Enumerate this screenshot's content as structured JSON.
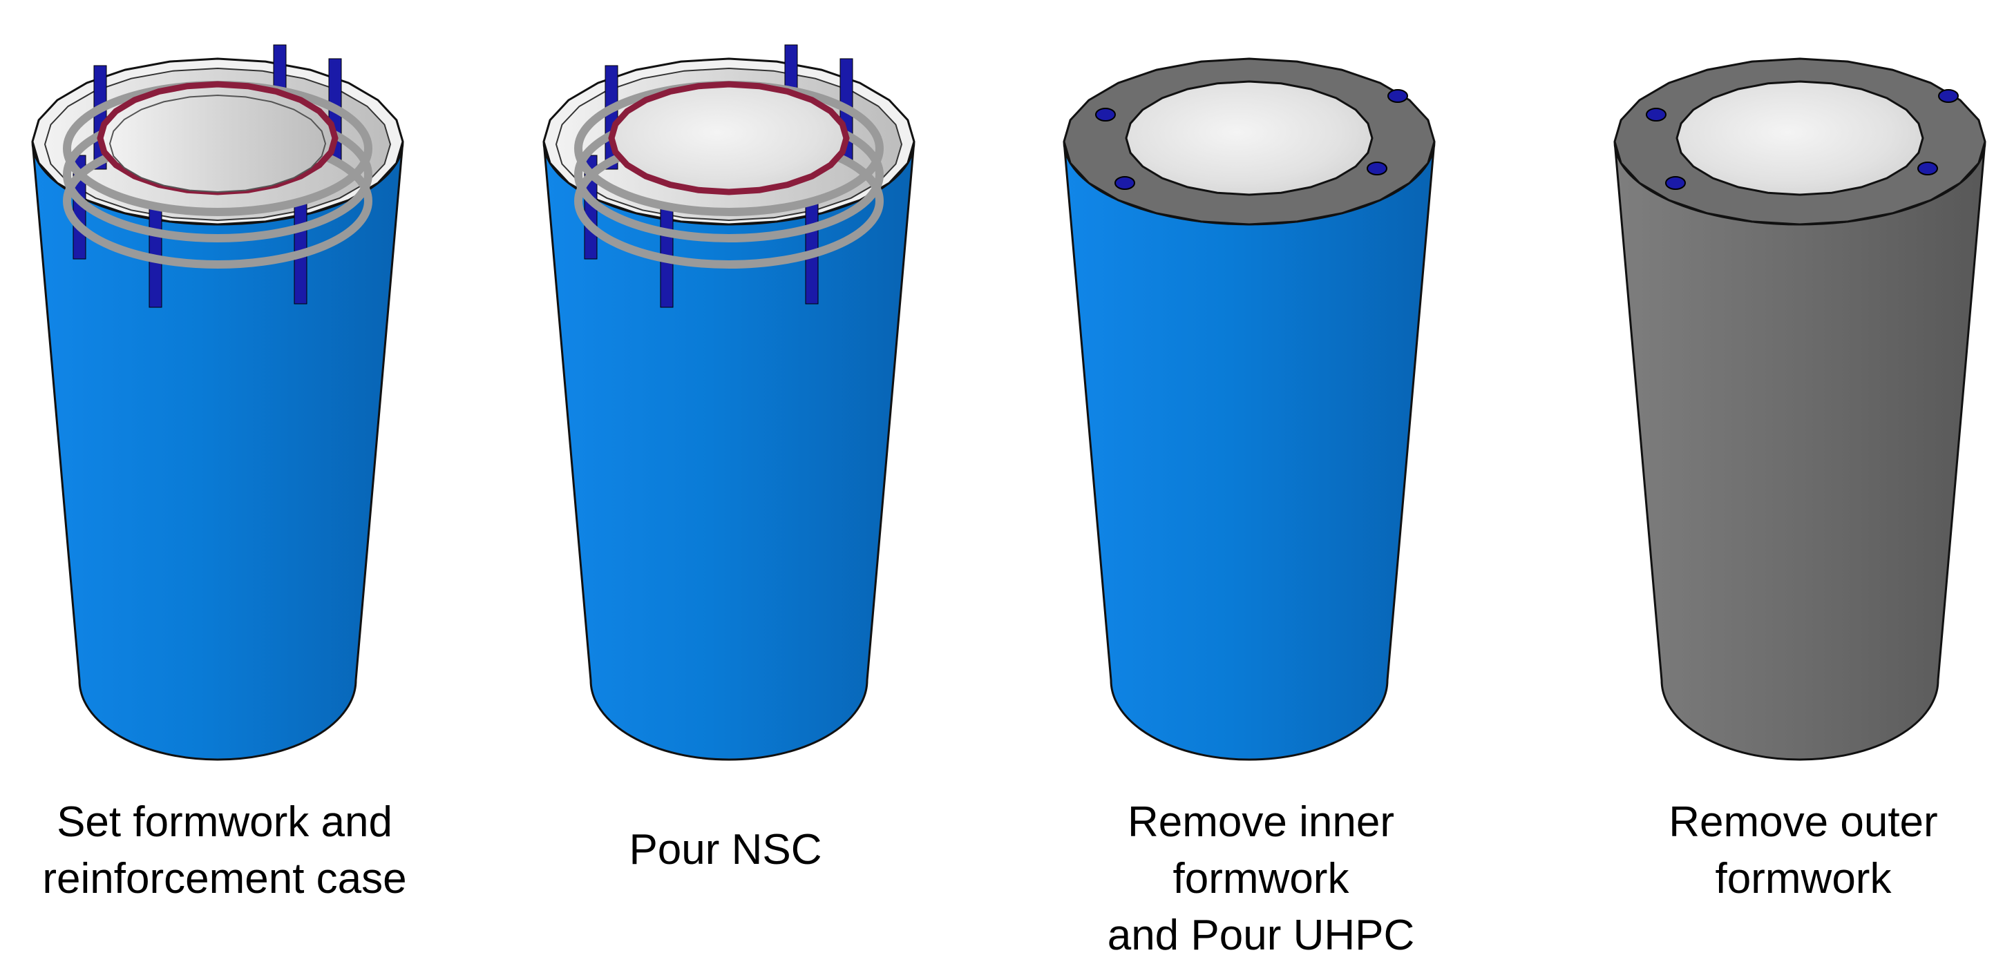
{
  "figure": {
    "steps": [
      {
        "caption_line1": "Set formwork and",
        "caption_line2": "reinforcement case",
        "stage": "formwork-and-cage"
      },
      {
        "caption_line1": "Pour NSC",
        "caption_line2": "",
        "stage": "nsc-poured"
      },
      {
        "caption_line1": "Remove inner formwork",
        "caption_line2": "and Pour UHPC",
        "stage": "uhpc-poured"
      },
      {
        "caption_line1": "Remove outer",
        "caption_line2": "formwork",
        "stage": "outer-removed"
      }
    ],
    "colors": {
      "formwork": "#0a7bd6",
      "uhpc": "#6f6f6f",
      "nsc": "#e9e9e9",
      "hoop": "#8a1d3c",
      "rebar": "#1a1aa8",
      "inner_form": "#d9d9d9"
    }
  }
}
